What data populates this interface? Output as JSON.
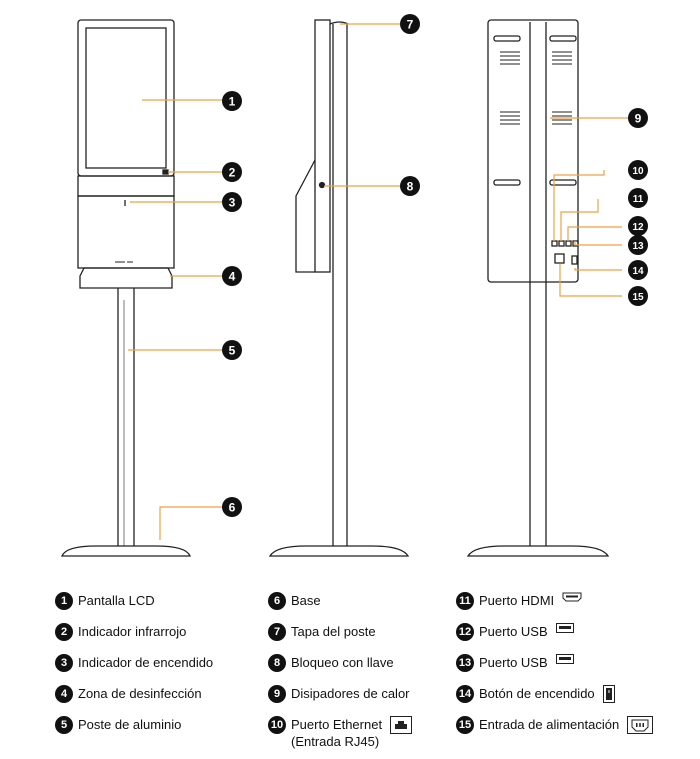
{
  "callouts": [
    "1",
    "2",
    "3",
    "4",
    "5",
    "6",
    "7",
    "8",
    "9",
    "10",
    "11",
    "12",
    "13",
    "14",
    "15"
  ],
  "legend": [
    {
      "num": "1",
      "label": "Pantalla LCD",
      "icon": "none"
    },
    {
      "num": "2",
      "label": "Indicador infrarrojo",
      "icon": "none"
    },
    {
      "num": "3",
      "label": "Indicador de encendido",
      "icon": "none"
    },
    {
      "num": "4",
      "label": "Zona de desinfección",
      "icon": "none"
    },
    {
      "num": "5",
      "label": "Poste de aluminio",
      "icon": "none"
    },
    {
      "num": "6",
      "label": "Base",
      "icon": "none"
    },
    {
      "num": "7",
      "label": "Tapa del poste",
      "icon": "none"
    },
    {
      "num": "8",
      "label": "Bloqueo con llave",
      "icon": "none"
    },
    {
      "num": "9",
      "label": "Disipadores de calor",
      "icon": "none"
    },
    {
      "num": "10",
      "label_line1": "Puerto Ethernet",
      "label_line2": "(Entrada RJ45)",
      "icon": "ethernet-port-icon"
    },
    {
      "num": "11",
      "label": "Puerto HDMI",
      "icon": "hdmi-port-icon"
    },
    {
      "num": "12",
      "label": "Puerto USB",
      "icon": "usb-port-icon"
    },
    {
      "num": "13",
      "label": "Puerto USB",
      "icon": "usb-port-icon"
    },
    {
      "num": "14",
      "label": "Botón de encendido",
      "icon": "power-button-icon"
    },
    {
      "num": "15",
      "label": "Entrada de alimentación",
      "icon": "power-inlet-icon"
    }
  ],
  "colors": {
    "leader": "#f0a040",
    "outline": "#222222",
    "badge": "#111111"
  }
}
